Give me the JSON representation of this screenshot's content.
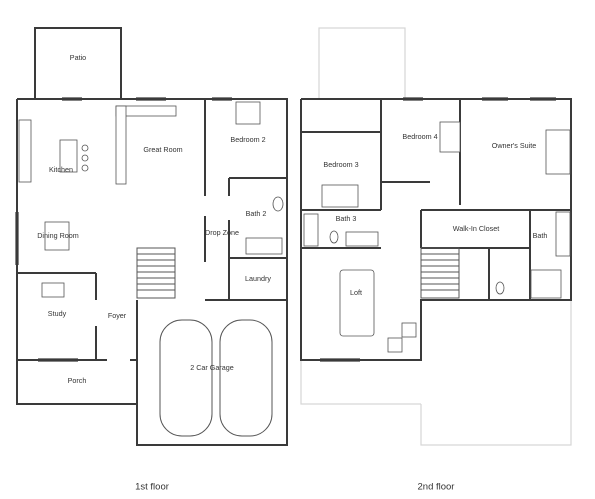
{
  "floors": [
    {
      "caption": "1st floor",
      "rooms": {
        "patio": "Patio",
        "kitchen": "Kitchen",
        "great_room": "Great Room",
        "bedroom_2": "Bedroom 2",
        "dining_room": "Dining Room",
        "bath_2": "Bath 2",
        "drop_zone": "Drop Zone",
        "laundry": "Laundry",
        "study": "Study",
        "foyer": "Foyer",
        "porch": "Porch",
        "garage": "2 Car Garage"
      }
    },
    {
      "caption": "2nd floor",
      "rooms": {
        "bedroom_4": "Bedroom 4",
        "owners_suite": "Owner's Suite",
        "bedroom_3": "Bedroom 3",
        "bath_3": "Bath 3",
        "walk_in_closet": "Walk-In Closet",
        "bath": "Bath",
        "loft": "Loft"
      }
    }
  ]
}
